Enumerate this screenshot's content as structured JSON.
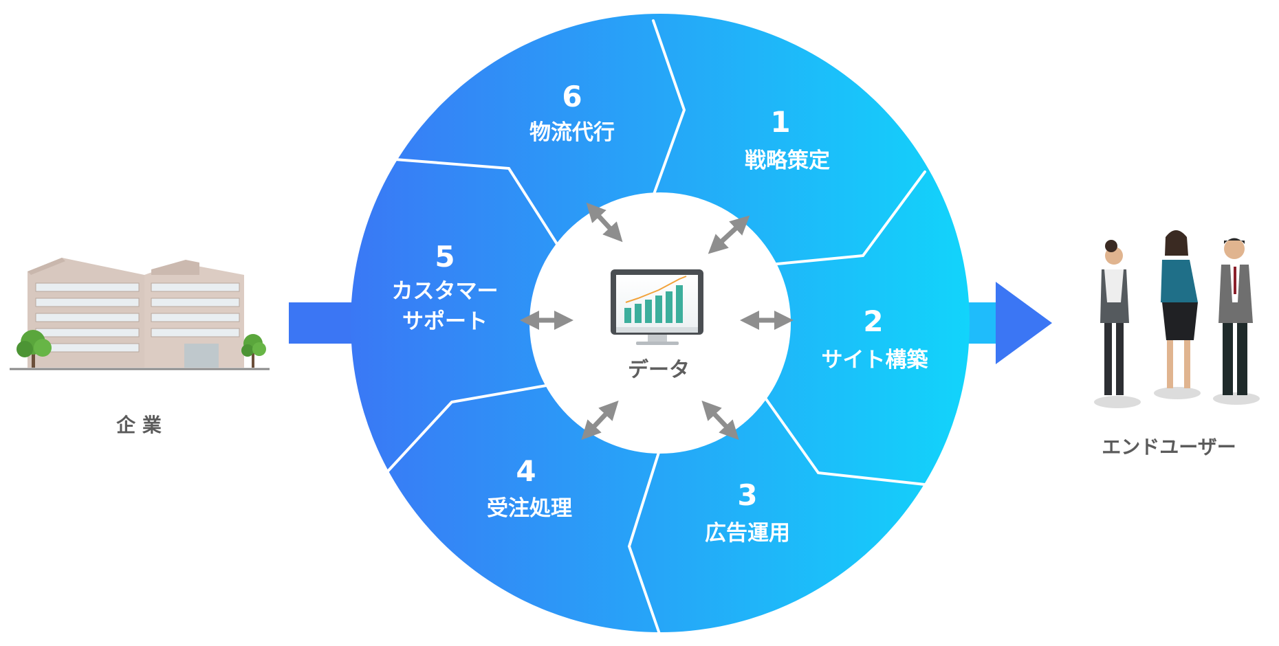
{
  "colors": {
    "gradient_start": "#3a78f5",
    "gradient_end": "#12d4fb",
    "divider": "#ffffff",
    "arrow_fill": "#3b76f4",
    "connector_gray": "#8e8e8e",
    "label_gray": "#5b5b5b"
  },
  "left_node": {
    "label": "企 業",
    "icon": "office-building-icon"
  },
  "right_node": {
    "label": "エンドユーザー",
    "icon": "business-people-icon"
  },
  "center": {
    "label": "データ",
    "icon": "monitor-bar-chart-icon"
  },
  "steps": [
    {
      "number": "1",
      "label": "戦略策定"
    },
    {
      "number": "2",
      "label": "サイト構築"
    },
    {
      "number": "3",
      "label": "広告運用"
    },
    {
      "number": "4",
      "label": "受注処理"
    },
    {
      "number": "5",
      "label_line1": "カスタマー",
      "label_line2": "サポート"
    },
    {
      "number": "6",
      "label": "物流代行"
    }
  ]
}
